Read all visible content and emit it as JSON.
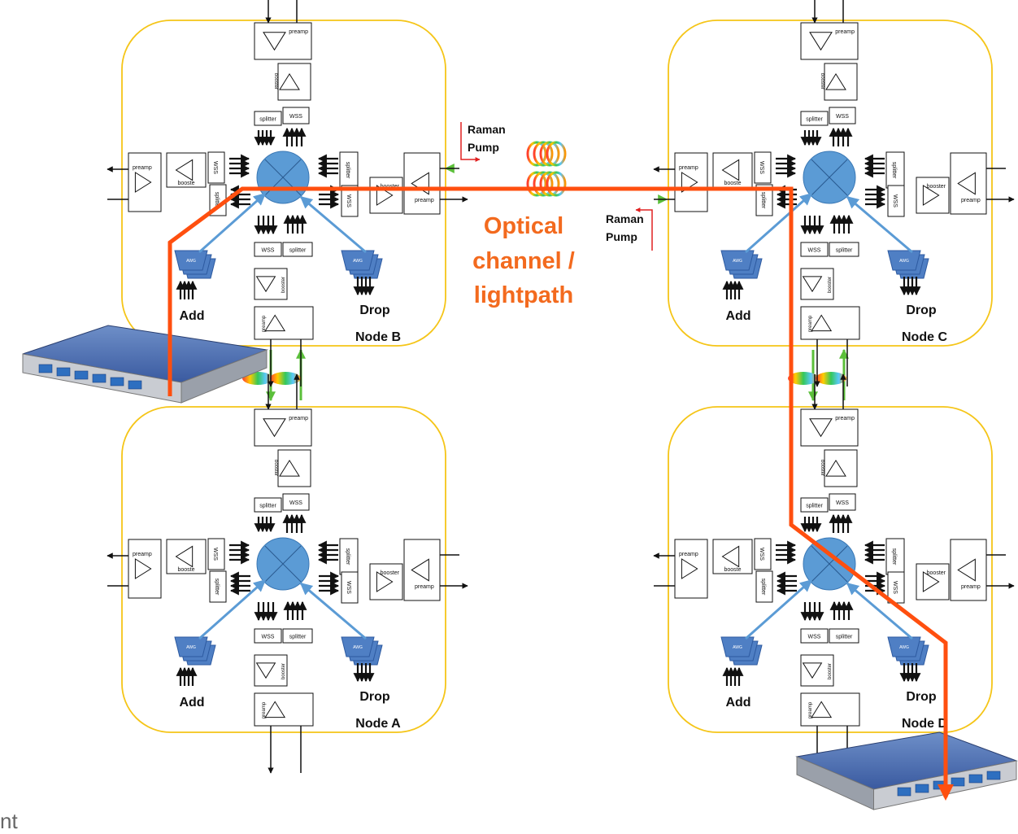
{
  "colors": {
    "node_border": "#f5c518",
    "lightpath": "#ff4f0f",
    "link_green": "#66cc33",
    "link_yellow": "#d9e63a",
    "crossconnect": "#5b9bd5",
    "awg_blue": "#4f7fc4",
    "raman_arrow": "#e02020",
    "text_orange": "#f36a1e"
  },
  "nodes": [
    {
      "id": "B",
      "label": "Node B",
      "add": "Add",
      "drop": "Drop"
    },
    {
      "id": "C",
      "label": "Node C",
      "add": "Add",
      "drop": "Drop"
    },
    {
      "id": "A",
      "label": "Node A",
      "add": "Add",
      "drop": "Drop"
    },
    {
      "id": "D",
      "label": "Node D",
      "add": "Add",
      "drop": "Drop"
    }
  ],
  "blocks": {
    "preamp": "preamp",
    "booster": "booster",
    "booster_cut": "booste",
    "wss": "WSS",
    "splitter": "splitter",
    "awg": "AWG"
  },
  "annotations": {
    "raman_top": "Raman\nPump",
    "raman_bottom": "Raman\nPump",
    "lightpath_line1": "Optical",
    "lightpath_line2": "channel /",
    "lightpath_line3": "lightpath",
    "corner_fragment": "nt"
  }
}
